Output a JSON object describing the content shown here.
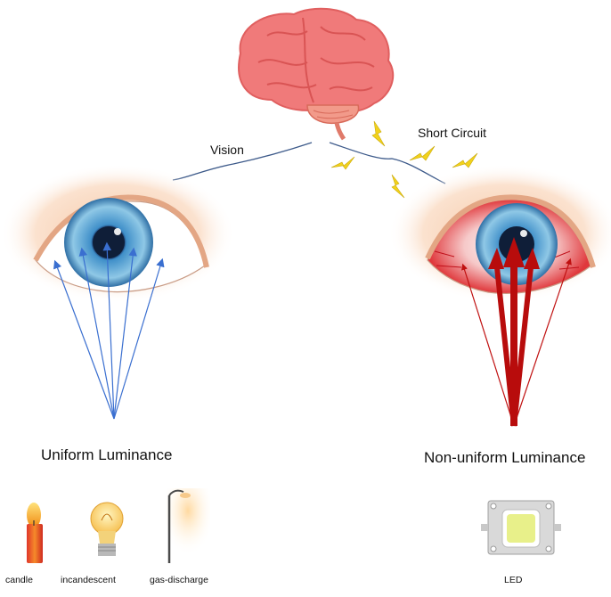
{
  "labels": {
    "vision": "Vision",
    "short_circuit": "Short Circuit",
    "uniform": "Uniform Luminance",
    "nonuniform": "Non-uniform Luminance"
  },
  "sources": {
    "candle": "candle",
    "incandescent": "incandescent",
    "gas_discharge": "gas-discharge",
    "led": "LED"
  },
  "colors": {
    "brain": "#f07a7a",
    "nerve": "#3d5a8a",
    "lightning": "#f2d21c",
    "uniform_rays": "#3a6fd0",
    "nonuniform_rays": "#c01010",
    "iris": "#4a9ad0"
  }
}
